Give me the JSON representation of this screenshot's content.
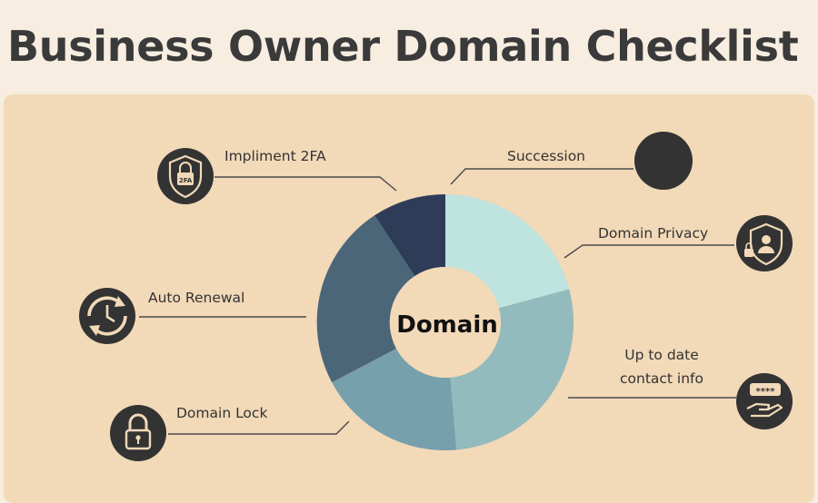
{
  "title": "Business Owner Domain Checklist",
  "center_label": "Domain",
  "items": [
    {
      "label": "Impliment 2FA",
      "icon": "2fa-lock-icon",
      "color": "#2f3c57"
    },
    {
      "label": "Succession",
      "icon": "blank-circle-icon",
      "color": "#bfe3de"
    },
    {
      "label": "Domain Privacy",
      "icon": "privacy-shield-icon",
      "color": "#bfe3de"
    },
    {
      "label_lines": [
        "Up to date",
        "contact info"
      ],
      "icon": "contact-info-hand-icon",
      "color": "#93babd"
    },
    {
      "label": "Domain Lock",
      "icon": "padlock-icon",
      "color": "#75a0ac"
    },
    {
      "label": "Auto Renewal",
      "icon": "renewal-clock-icon",
      "color": "#4b6579"
    }
  ],
  "colors": {
    "background": "#f7ede0",
    "panel": "#f2d9b8",
    "title_text": "#3a3a3a",
    "icon_circle": "#333333",
    "connector": "#4a4a4a"
  }
}
